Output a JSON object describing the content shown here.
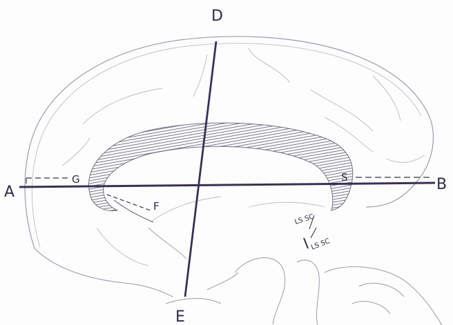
{
  "labels": {
    "a": "A",
    "b": "B",
    "d": "D",
    "e": "E",
    "g": "G",
    "s": "S",
    "f": "F",
    "ls_sc_upper": "LS SC",
    "ls_sc_lower": "LS SC"
  },
  "colors": {
    "paper": "#fdfdfd",
    "pencil": "#9a9aaa",
    "ink_line": "#3a2f55",
    "shading": "#6e6e7e"
  }
}
